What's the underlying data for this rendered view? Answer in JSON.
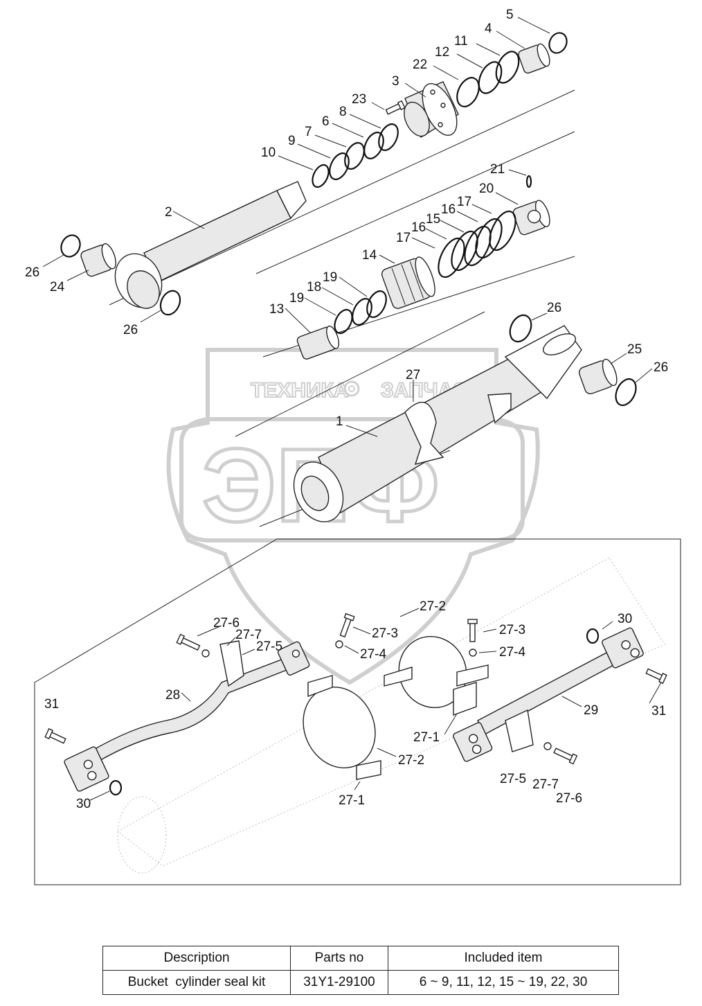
{
  "watermark": {
    "top_text": "ТЕХНИКА",
    "gear": "gear-icon",
    "right_text": "ЗАПЧАСТИ",
    "logo_text": "ЭПФ"
  },
  "callouts": [
    {
      "id": "c-5",
      "text": "5"
    },
    {
      "id": "c-4",
      "text": "4"
    },
    {
      "id": "c-11",
      "text": "11"
    },
    {
      "id": "c-12",
      "text": "12"
    },
    {
      "id": "c-22",
      "text": "22"
    },
    {
      "id": "c-3",
      "text": "3"
    },
    {
      "id": "c-23",
      "text": "23"
    },
    {
      "id": "c-8",
      "text": "8"
    },
    {
      "id": "c-6",
      "text": "6"
    },
    {
      "id": "c-7",
      "text": "7"
    },
    {
      "id": "c-9",
      "text": "9"
    },
    {
      "id": "c-10",
      "text": "10"
    },
    {
      "id": "c-21",
      "text": "21"
    },
    {
      "id": "c-20",
      "text": "20"
    },
    {
      "id": "c-17a",
      "text": "17"
    },
    {
      "id": "c-16a",
      "text": "16"
    },
    {
      "id": "c-15",
      "text": "15"
    },
    {
      "id": "c-16b",
      "text": "16"
    },
    {
      "id": "c-17b",
      "text": "17"
    },
    {
      "id": "c-2",
      "text": "2"
    },
    {
      "id": "c-14",
      "text": "14"
    },
    {
      "id": "c-26a",
      "text": "26"
    },
    {
      "id": "c-24",
      "text": "24"
    },
    {
      "id": "c-26b",
      "text": "26"
    },
    {
      "id": "c-19a",
      "text": "19"
    },
    {
      "id": "c-18",
      "text": "18"
    },
    {
      "id": "c-19b",
      "text": "19"
    },
    {
      "id": "c-13",
      "text": "13"
    },
    {
      "id": "c-26c",
      "text": "26"
    },
    {
      "id": "c-25",
      "text": "25"
    },
    {
      "id": "c-26d",
      "text": "26"
    },
    {
      "id": "c-27",
      "text": "27"
    },
    {
      "id": "c-1",
      "text": "1"
    },
    {
      "id": "c-27-2a",
      "text": "27-2"
    },
    {
      "id": "c-27-6a",
      "text": "27-6"
    },
    {
      "id": "c-27-7a",
      "text": "27-7"
    },
    {
      "id": "c-27-3a",
      "text": "27-3"
    },
    {
      "id": "c-27-5a",
      "text": "27-5"
    },
    {
      "id": "c-27-4a",
      "text": "27-4"
    },
    {
      "id": "c-27-3b",
      "text": "27-3"
    },
    {
      "id": "c-30a",
      "text": "30"
    },
    {
      "id": "c-27-4b",
      "text": "27-4"
    },
    {
      "id": "c-31a",
      "text": "31"
    },
    {
      "id": "c-28",
      "text": "28"
    },
    {
      "id": "c-29",
      "text": "29"
    },
    {
      "id": "c-31b",
      "text": "31"
    },
    {
      "id": "c-27-1a",
      "text": "27-1"
    },
    {
      "id": "c-27-2b",
      "text": "27-2"
    },
    {
      "id": "c-27-5b",
      "text": "27-5"
    },
    {
      "id": "c-27-7b",
      "text": "27-7"
    },
    {
      "id": "c-27-6b",
      "text": "27-6"
    },
    {
      "id": "c-30b",
      "text": "30"
    },
    {
      "id": "c-27-1b",
      "text": "27-1"
    }
  ],
  "table": {
    "headers": [
      "Description",
      "Parts no",
      "Included item"
    ],
    "row": [
      "Bucket  cylinder seal kit",
      "31Y1-29100",
      "6 ~ 9, 11, 12, 15 ~ 19, 22, 30"
    ]
  }
}
